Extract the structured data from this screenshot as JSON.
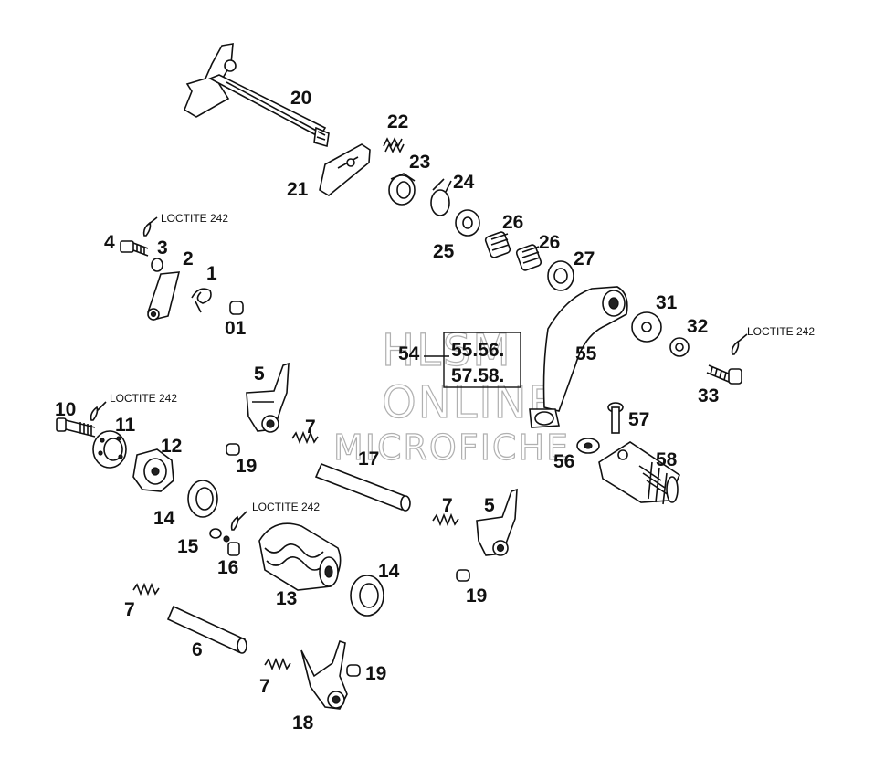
{
  "watermark": {
    "line1": "HLSM",
    "line2": "ONLINE",
    "line3": "MICROFICHE"
  },
  "loctite": [
    "LOCTITE 242",
    "LOCTITE 242",
    "LOCTITE 242",
    "LOCTITE 242"
  ],
  "labels": {
    "l20": "20",
    "l21": "21",
    "l22": "22",
    "l23": "23",
    "l24": "24",
    "l25": "25",
    "l26a": "26",
    "l26b": "26",
    "l27": "27",
    "l4": "4",
    "l3": "3",
    "l2": "2",
    "l1": "1",
    "l01": "01",
    "l5a": "5",
    "l7a": "7",
    "l19a": "19",
    "l10": "10",
    "l11": "11",
    "l12": "12",
    "l17": "17",
    "l14a": "14",
    "l15": "15",
    "l16": "16",
    "l13": "13",
    "l14b": "14",
    "l7b": "7",
    "l5b": "5",
    "l19b": "19",
    "l7c": "7",
    "l6": "6",
    "l7d": "7",
    "l18": "18",
    "l19c": "19",
    "l54": "54",
    "l55box": "55.56.",
    "l5758box": "57.58.",
    "l55": "55",
    "l31": "31",
    "l32": "32",
    "l33": "33",
    "l57": "57",
    "l56": "56",
    "l58": "58"
  }
}
